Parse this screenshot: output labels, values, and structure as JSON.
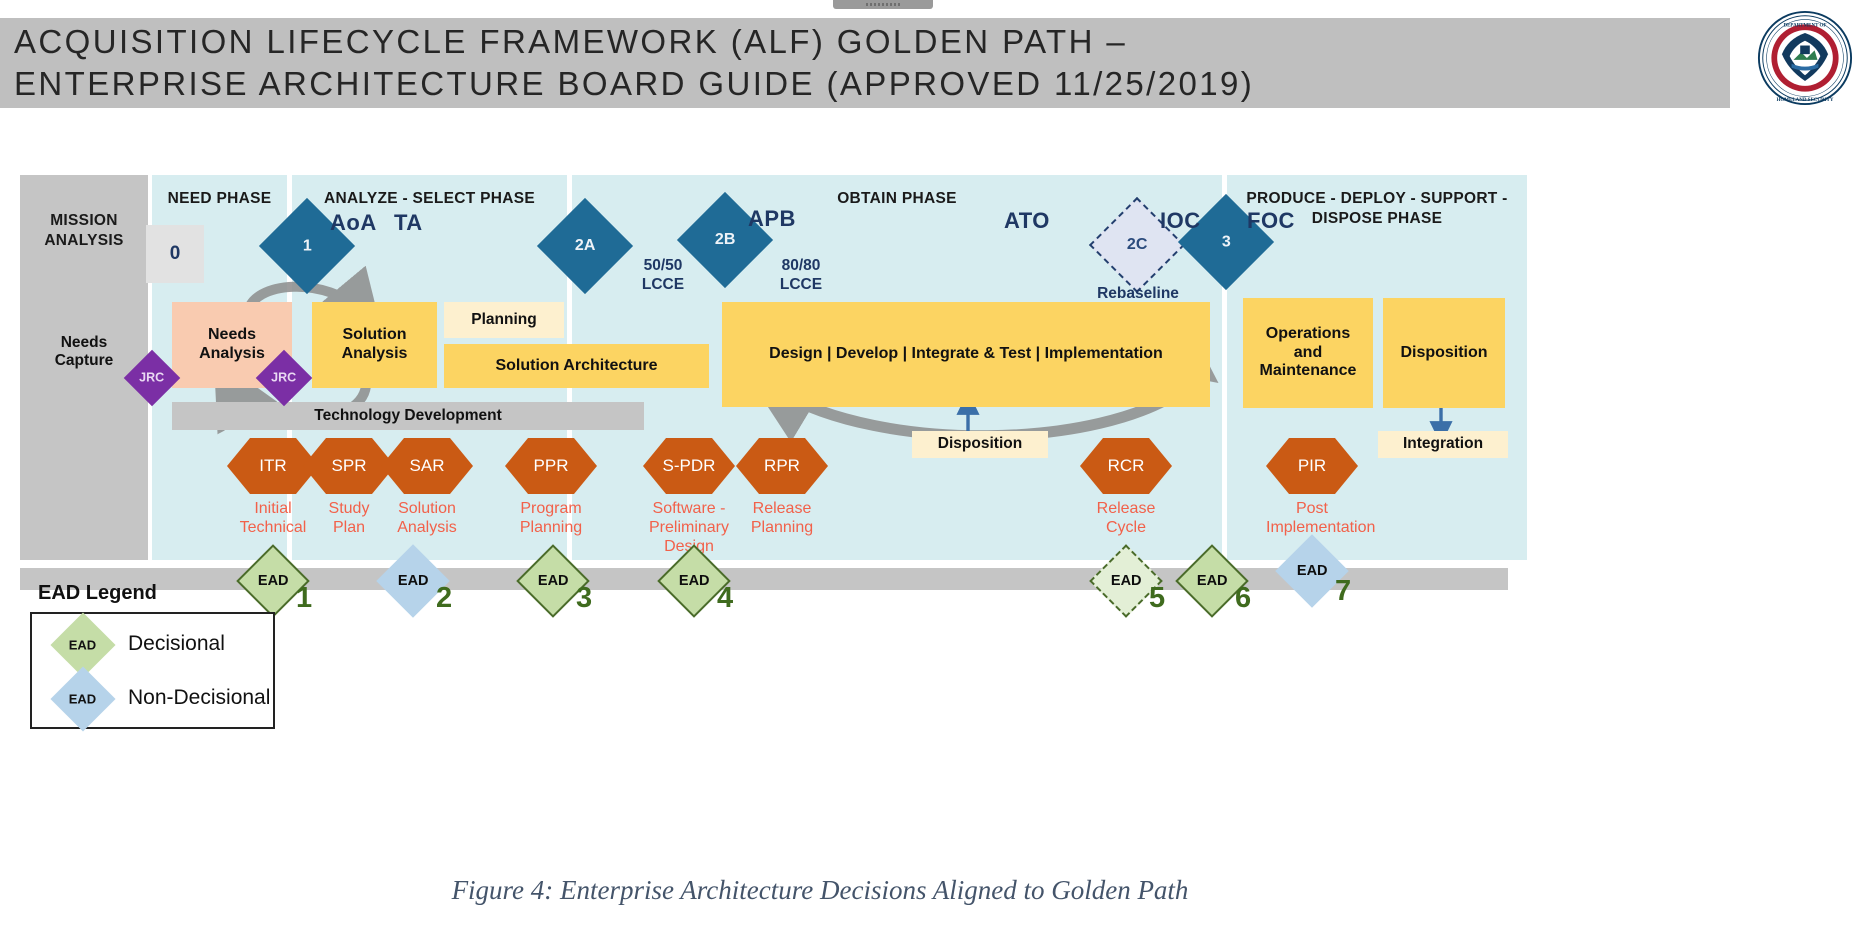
{
  "header": {
    "title": "ACQUISITION LIFECYCLE FRAMEWORK (ALF) GOLDEN PATH –\nENTERPRISE ARCHITECTURE BOARD GUIDE (APPROVED 11/25/2019)",
    "seal_name": "dhs-seal",
    "seal_text_top": "U.S. DEPARTMENT OF",
    "seal_text_bottom": "HOMELAND SECURITY",
    "band_color": "#bfbfbf"
  },
  "phases": [
    {
      "id": "mission-analysis",
      "label": "MISSION\nANALYSIS",
      "color": "#c5c5c5"
    },
    {
      "id": "need-phase",
      "label": "NEED PHASE",
      "color": "#d7edf0"
    },
    {
      "id": "analyze-select-phase",
      "label": "ANALYZE  - SELECT PHASE",
      "color": "#d7edf0"
    },
    {
      "id": "obtain-phase",
      "label": "OBTAIN PHASE",
      "color": "#d7edf0"
    },
    {
      "id": "produce-deploy-support-dispose-phase",
      "label": "PRODUCE - DEPLOY - SUPPORT -\nDISPOSE PHASE",
      "color": "#d7edf0"
    }
  ],
  "milestones": [
    {
      "id": "adp-0",
      "label": "0",
      "style": "light-square"
    },
    {
      "id": "adp-1",
      "label": "1",
      "style": "solid"
    },
    {
      "id": "adp-2a",
      "label": "2A",
      "style": "solid"
    },
    {
      "id": "adp-2b",
      "label": "2B",
      "style": "solid"
    },
    {
      "id": "adp-2c",
      "label": "2C",
      "style": "dashed"
    },
    {
      "id": "adp-3",
      "label": "3",
      "style": "solid"
    }
  ],
  "milestone_labels": [
    {
      "id": "aoa",
      "label": "AoA"
    },
    {
      "id": "ta",
      "label": "TA"
    },
    {
      "id": "apb",
      "label": "APB"
    },
    {
      "id": "ato",
      "label": "ATO"
    },
    {
      "id": "ioc",
      "label": "IOC"
    },
    {
      "id": "foc",
      "label": "FOC"
    }
  ],
  "small_labels": [
    {
      "id": "lcce-5050",
      "label": "50/50\nLCCE"
    },
    {
      "id": "lcce-8080",
      "label": "80/80\nLCCE"
    },
    {
      "id": "rebaseline",
      "label": "Rebaseline"
    }
  ],
  "activity_boxes": [
    {
      "id": "needs-capture",
      "label": "Needs\nCapture",
      "color": "#c5c5c5"
    },
    {
      "id": "needs-analysis",
      "label": "Needs\nAnalysis",
      "color": "#f9cbb0"
    },
    {
      "id": "solution-analysis",
      "label": "Solution\nAnalysis",
      "color": "#fcd462"
    },
    {
      "id": "planning",
      "label": "Planning",
      "color": "#fdf0cf"
    },
    {
      "id": "solution-architecture",
      "label": "Solution Architecture",
      "color": "#fcd462"
    },
    {
      "id": "technology-development",
      "label": "Technology Development",
      "color": "#c5c5c5"
    },
    {
      "id": "design-develop-integrate-implement",
      "label": "Design  |  Develop  |  Integrate & Test  |  Implementation",
      "color": "#fcd462"
    },
    {
      "id": "disposition-callout",
      "label": "Disposition",
      "color": "#fdf0cf"
    },
    {
      "id": "operations-and-maintenance",
      "label": "Operations\nand\nMaintenance",
      "color": "#fcd462"
    },
    {
      "id": "disposition",
      "label": "Disposition",
      "color": "#fcd462"
    },
    {
      "id": "integration",
      "label": "Integration",
      "color": "#fdf0cf"
    }
  ],
  "jrc_gates": [
    {
      "id": "jrc-left",
      "label": "JRC"
    },
    {
      "id": "jrc-right",
      "label": "JRC"
    }
  ],
  "reviews": [
    {
      "id": "itr",
      "code": "ITR",
      "caption": "Initial\nTechnical"
    },
    {
      "id": "spr",
      "code": "SPR",
      "caption": "Study\nPlan"
    },
    {
      "id": "sar",
      "code": "SAR",
      "caption": "Solution\nAnalysis"
    },
    {
      "id": "ppr",
      "code": "PPR",
      "caption": "Program\nPlanning"
    },
    {
      "id": "s-pdr",
      "code": "S-PDR",
      "caption": "Software -\nPreliminary\nDesign"
    },
    {
      "id": "rpr",
      "code": "RPR",
      "caption": "Release\nPlanning"
    },
    {
      "id": "rcr",
      "code": "RCR",
      "caption": "Release\nCycle"
    },
    {
      "id": "pir",
      "code": "PIR",
      "caption": "Post\nImplementation"
    }
  ],
  "ead_decisions": [
    {
      "id": "ead-1",
      "label": "EAD",
      "number": "1",
      "type": "decisional"
    },
    {
      "id": "ead-2",
      "label": "EAD",
      "number": "2",
      "type": "non-decisional"
    },
    {
      "id": "ead-3",
      "label": "EAD",
      "number": "3",
      "type": "decisional"
    },
    {
      "id": "ead-4",
      "label": "EAD",
      "number": "4",
      "type": "decisional"
    },
    {
      "id": "ead-5",
      "label": "EAD",
      "number": "5",
      "type": "decisional-dashed"
    },
    {
      "id": "ead-6",
      "label": "EAD",
      "number": "6",
      "type": "decisional"
    },
    {
      "id": "ead-7",
      "label": "EAD",
      "number": "7",
      "type": "non-decisional"
    }
  ],
  "legend": {
    "title": "EAD Legend",
    "items": [
      {
        "id": "legend-decisional",
        "badge": "EAD",
        "label": "Decisional",
        "color": "#c5dda7"
      },
      {
        "id": "legend-non-decisional",
        "badge": "EAD",
        "label": "Non-Decisional",
        "color": "#b6d3ea"
      }
    ]
  },
  "caption": "Figure 4: Enterprise Architecture Decisions Aligned to Golden Path",
  "colors": {
    "phase_teal": "#d7edf0",
    "phase_gray": "#c5c5c5",
    "milestone_blue": "#1f6b96",
    "label_navy": "#1f3864",
    "activity_gold": "#fcd462",
    "activity_peach": "#f9cbb0",
    "activity_cream": "#fdf0cf",
    "review_orange": "#ca5a14",
    "review_caption": "#f2614a",
    "jrc_purple": "#7b2fa5",
    "ead_green": "#c5dda7",
    "ead_blue": "#b6d3ea",
    "ead_number": "#3f6b1e",
    "caption_color": "#44546a"
  }
}
